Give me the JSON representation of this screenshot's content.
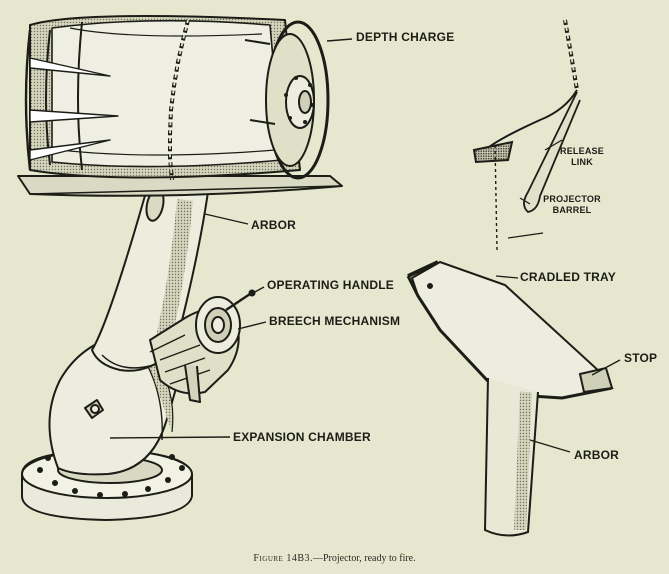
{
  "labels": {
    "depth_charge": "DEPTH CHARGE",
    "arbor_left": "ARBOR",
    "operating_handle": "OPERATING HANDLE",
    "breech_mechanism": "BREECH MECHANISM",
    "expansion_chamber": "EXPANSION CHAMBER",
    "release_link_1": "RELEASE",
    "release_link_2": "LINK",
    "projector_barrel_1": "PROJECTOR",
    "projector_barrel_2": "BARREL",
    "cradled_tray": "CRADLED TRAY",
    "stop": "STOP",
    "arbor_right": "ARBOR"
  },
  "caption": {
    "figure": "Figure 14B3.",
    "text": "—Projector, ready to fire."
  },
  "colors": {
    "paper": "#e6e7cf",
    "ink": "#1d1d17",
    "shade": "#a9ab94"
  }
}
